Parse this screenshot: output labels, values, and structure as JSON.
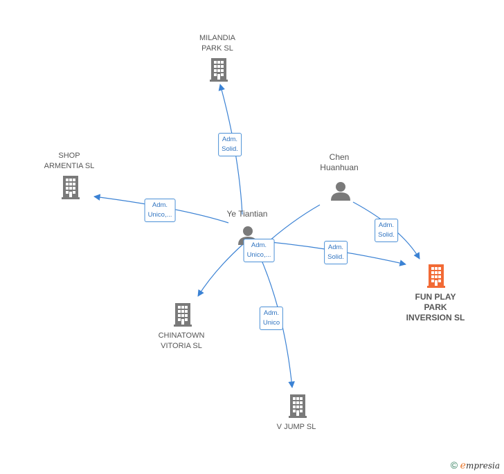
{
  "colors": {
    "edge": "#3b82d4",
    "company": "#7a7a7a",
    "target": "#f26a35",
    "person": "#7a7a7a"
  },
  "nodes": {
    "milandia": {
      "label": "MILANDIA\nPARK  SL",
      "icon": "building-icon"
    },
    "shop_armentia": {
      "label": "SHOP\nARMENTIA  SL",
      "icon": "building-icon"
    },
    "chen": {
      "label": "Chen\nHuanhuan",
      "icon": "person-icon"
    },
    "ye": {
      "label": "Ye Tiantian",
      "icon": "person-icon"
    },
    "fun_play": {
      "label": "FUN PLAY\nPARK\nINVERSION  SL",
      "icon": "building-icon"
    },
    "chinatown": {
      "label": "CHINATOWN\nVITORIA  SL",
      "icon": "building-icon"
    },
    "v_jump": {
      "label": "V JUMP  SL",
      "icon": "building-icon"
    }
  },
  "edges": {
    "ye_milandia": "Adm.\nSolid.",
    "ye_shop": "Adm.\nUnico,...",
    "chen_fun": "Adm.\nSolid.",
    "ye_chinatown": "Adm.\nUnico,...",
    "ye_fun": "Adm.\nSolid.",
    "ye_vjump": "Adm.\nUnico"
  },
  "footer": {
    "copyright_symbol": "©",
    "brand_initial": "e",
    "brand_rest": "mpresia"
  }
}
